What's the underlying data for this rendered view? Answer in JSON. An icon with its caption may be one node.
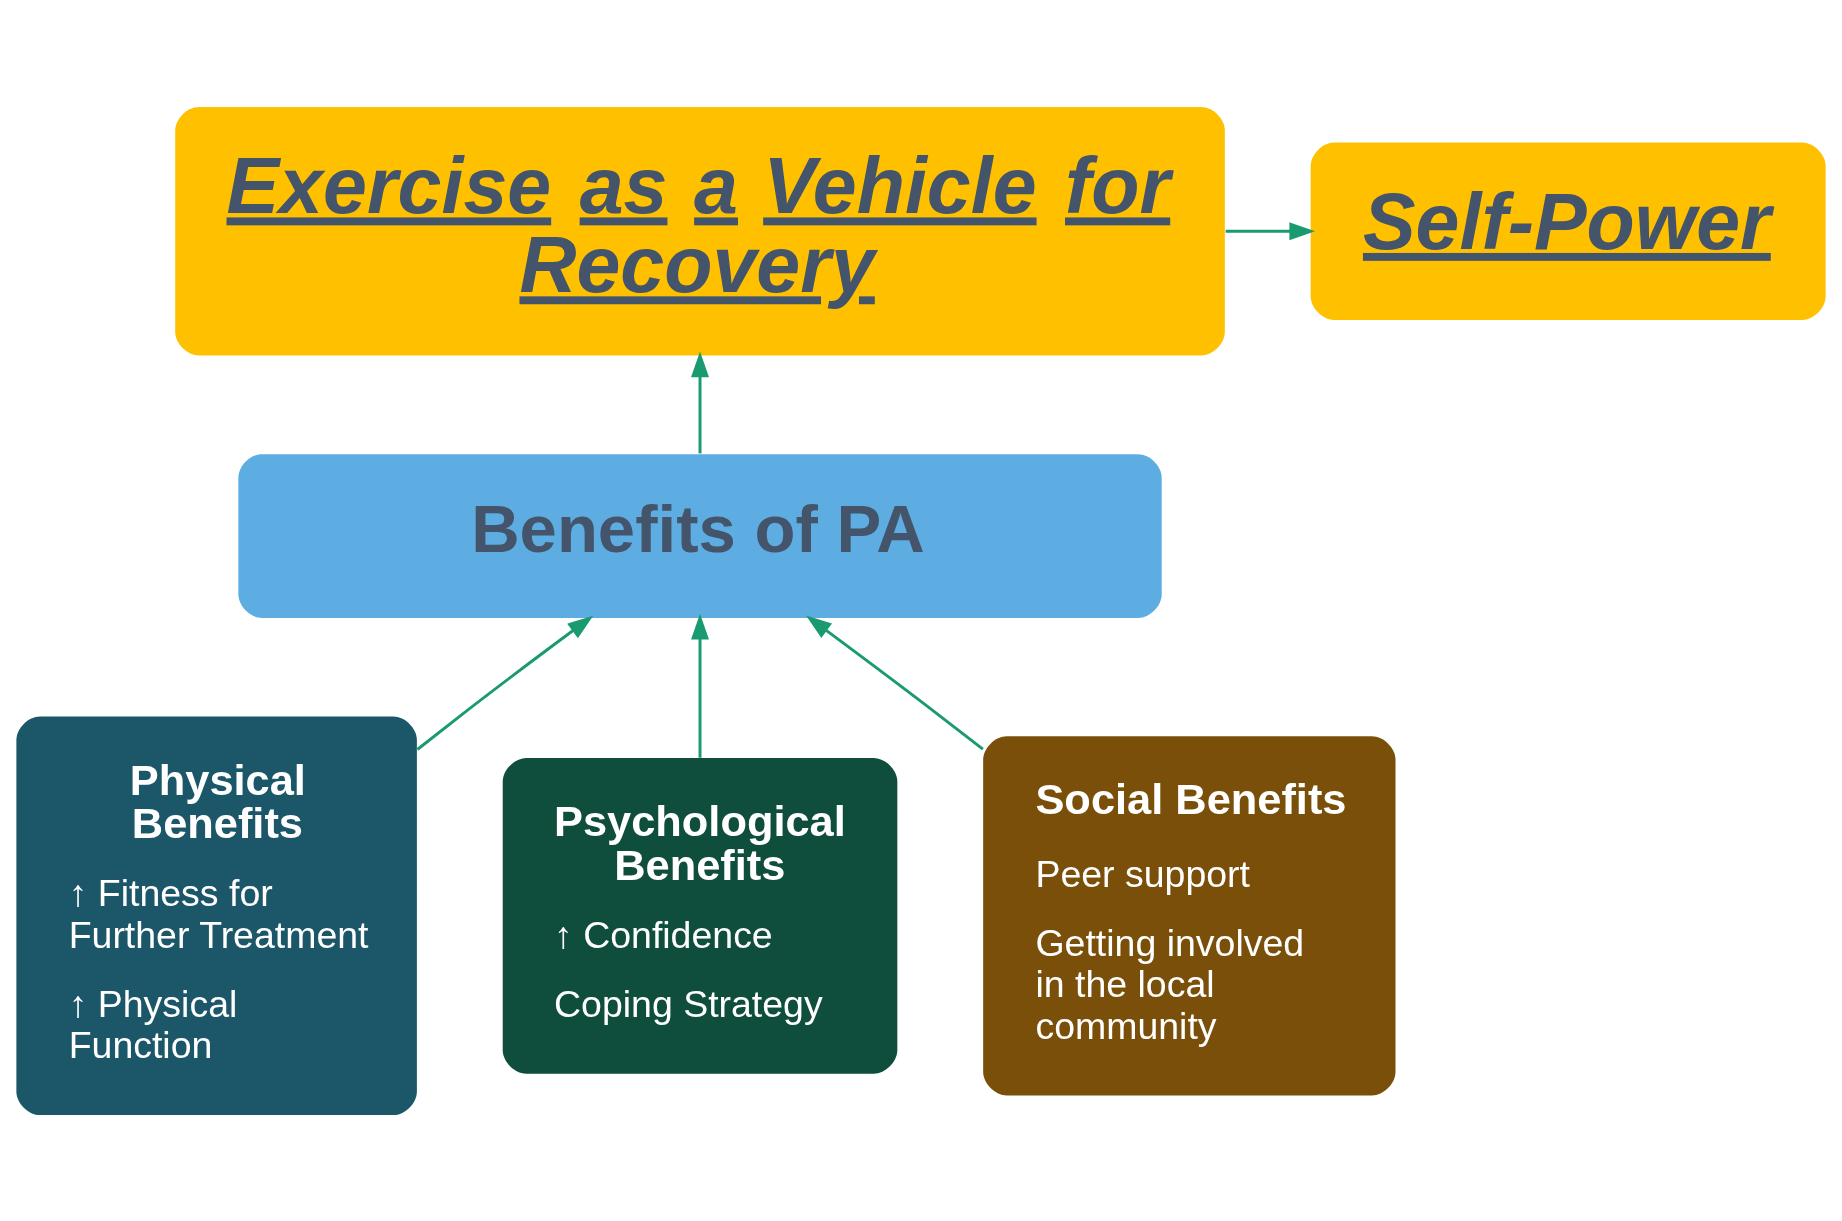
{
  "diagram": {
    "nodes": [
      {
        "text": [
          "Exercise as a Vehicle for Recovery"
        ]
      },
      {
        "text": [
          "Self-Power"
        ]
      },
      {
        "text": [
          "Benefits of PA"
        ]
      },
      {
        "text": [
          "Physical Benefits",
          "↑ Fitness for Further Treatment",
          "↑ Physical Function"
        ]
      },
      {
        "text": [
          "Psychological Benefits",
          "↑ Confidence",
          "Coping Strategy"
        ]
      },
      {
        "text": [
          "Social Benefits",
          "Peer support",
          "Getting involved in the local community"
        ]
      }
    ],
    "edges": [
      {
        "from": 0,
        "to": 1,
        "arrow": "to"
      },
      {
        "from": 2,
        "to": 0,
        "arrow": "to"
      },
      {
        "from": 3,
        "to": 2,
        "arrow": "to"
      },
      {
        "from": 4,
        "to": 2,
        "arrow": "to"
      },
      {
        "from": 5,
        "to": 2,
        "arrow": "to"
      }
    ]
  }
}
